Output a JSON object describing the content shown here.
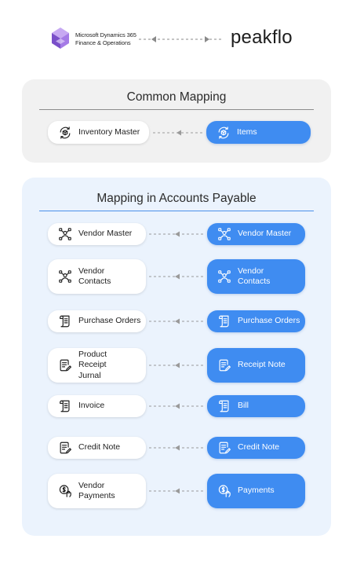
{
  "header": {
    "erp_name_line1": "Microsoft Dynamics 365",
    "erp_name_line2": "Finance & Operations",
    "brand": "peakflo"
  },
  "common": {
    "title": "Common Mapping",
    "rows": [
      {
        "left": "Inventory Master",
        "right": "Items",
        "icon": "cube-sync-icon"
      }
    ]
  },
  "ap": {
    "title": "Mapping in Accounts Payable",
    "rows": [
      {
        "left": "Vendor Master",
        "right": "Vendor Master",
        "icon": "vendor-network-icon"
      },
      {
        "left": "Vendor Contacts",
        "right": "Vendor Contacts",
        "icon": "vendor-network-icon"
      },
      {
        "left": "Purchase Orders",
        "right": "Purchase Orders",
        "icon": "scroll-document-icon"
      },
      {
        "left": "Product Receipt Jurnal",
        "right": "Receipt Note",
        "icon": "document-edit-icon"
      },
      {
        "left": "Invoice",
        "right": "Bill",
        "icon": "scroll-document-icon"
      },
      {
        "left": "Credit Note",
        "right": "Credit Note",
        "icon": "document-edit-icon"
      },
      {
        "left": "Vendor Payments",
        "right": "Payments",
        "icon": "payment-hand-icon"
      }
    ]
  },
  "colors": {
    "accent": "#3f8cf1",
    "ap_panel": "#ebf3fd",
    "common_panel": "#f1f1f1",
    "connector": "#9a9a9a"
  }
}
